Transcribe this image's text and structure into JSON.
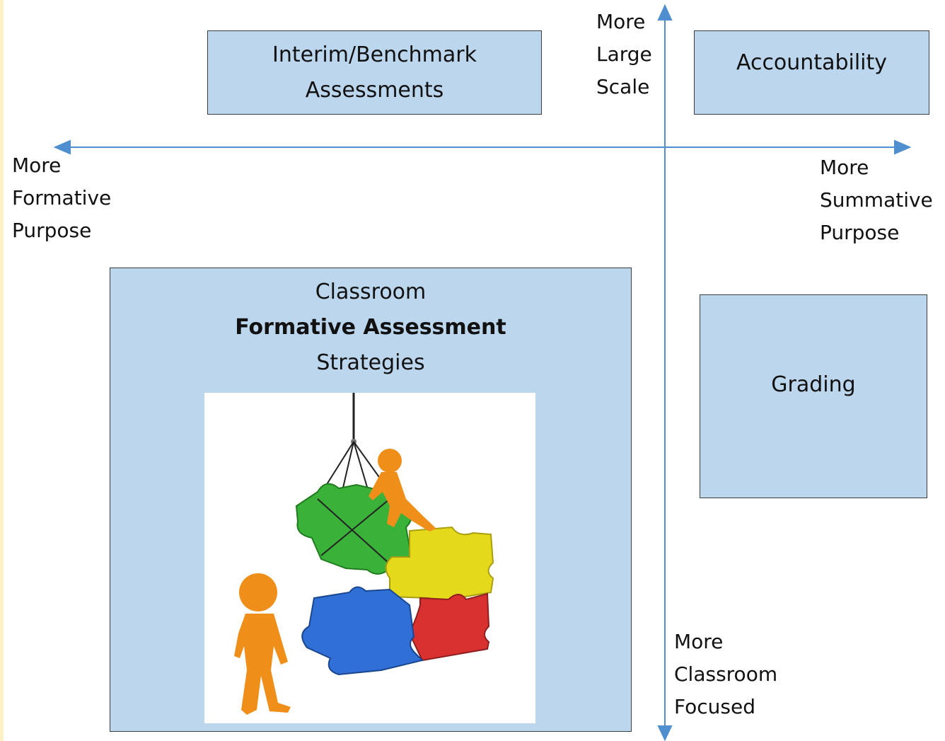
{
  "colors": {
    "box_fill": "#bcd6ee",
    "box_border": "#3d3d3d",
    "axis": "#4f8fd0",
    "page_strip": "#fdf2c6"
  },
  "boxes": {
    "interim": {
      "line1": "Interim/Benchmark",
      "line2": "Assessments"
    },
    "accountability": {
      "label": "Accountability"
    },
    "grading": {
      "label": "Grading"
    },
    "classroom": {
      "line1": "Classroom",
      "line2": "Formative Assessment",
      "line3": "Strategies"
    }
  },
  "axis_labels": {
    "top": [
      "More",
      "Large",
      "Scale"
    ],
    "left": [
      "More",
      "Formative",
      "Purpose"
    ],
    "right": [
      "More",
      "Summative",
      "Purpose"
    ],
    "bottom": [
      "More",
      "Classroom",
      "Focused"
    ]
  },
  "illustration": {
    "icon": "puzzle-teamwork-illustration"
  }
}
